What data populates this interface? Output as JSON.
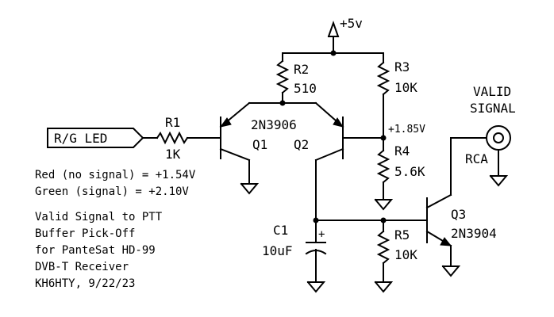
{
  "supply_label": "+5v",
  "components": {
    "r1": {
      "ref": "R1",
      "value": "1K"
    },
    "r2": {
      "ref": "R2",
      "value": "510"
    },
    "r3": {
      "ref": "R3",
      "value": "10K"
    },
    "r4": {
      "ref": "R4",
      "value": "5.6K"
    },
    "r5": {
      "ref": "R5",
      "value": "10K"
    },
    "c1": {
      "ref": "C1",
      "value": "10uF"
    },
    "q1": {
      "ref": "Q1"
    },
    "q2": {
      "ref": "Q2"
    },
    "q12_part": "2N3906",
    "q3": {
      "ref": "Q3",
      "part": "2N3904"
    },
    "rca": "RCA",
    "polarity": "+"
  },
  "labels": {
    "input_port": "R/G LED",
    "valid_signal_line1": "VALID",
    "valid_signal_line2": "SIGNAL",
    "node_voltage": "+1.85V"
  },
  "notes": {
    "red": "Red (no signal) = +1.54V",
    "green": "Green (signal) = +2.10V"
  },
  "description": [
    "Valid Signal to PTT",
    "Buffer Pick-Off",
    "for PanteSat HD-99",
    "DVB-T Receiver",
    "KH6HTY, 9/22/23"
  ]
}
